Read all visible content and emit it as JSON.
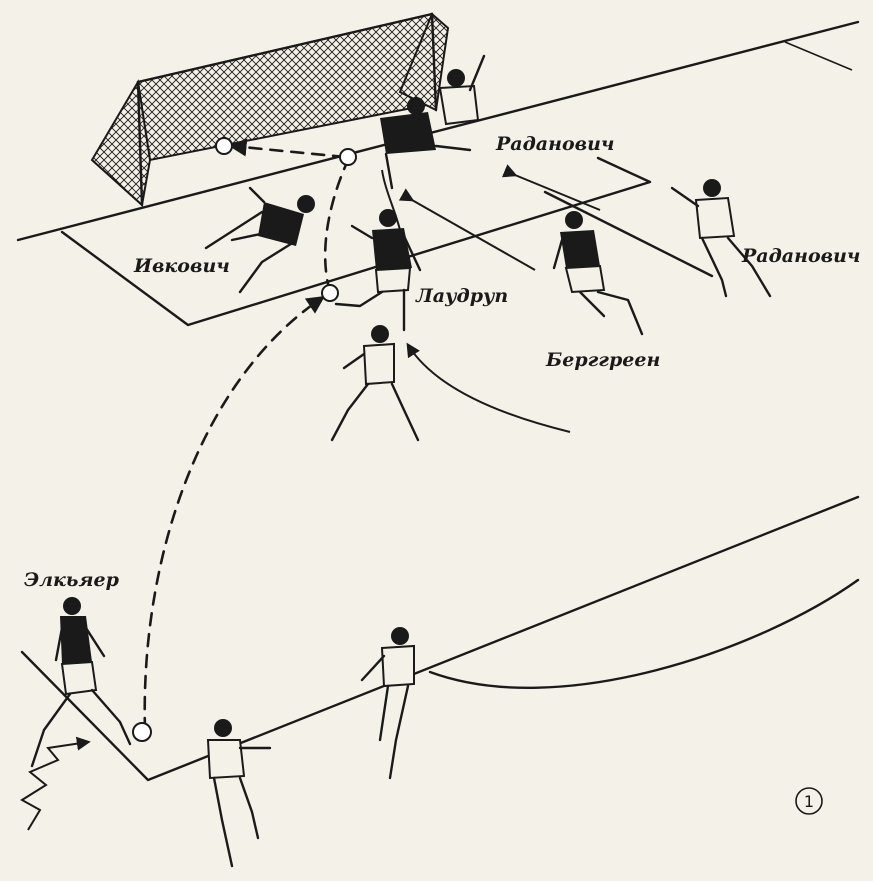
{
  "labels": {
    "radanovich_top": "Раданович",
    "radanovich_right": "Раданович",
    "ivkovich": "Ивкович",
    "laudrup": "Лаудруп",
    "berggreen": "Берггреен",
    "elkjaer": "Элкьяер"
  },
  "figure_number": "1",
  "colors": {
    "ink": "#1a1a1a",
    "paper": "#f4f1e8"
  }
}
